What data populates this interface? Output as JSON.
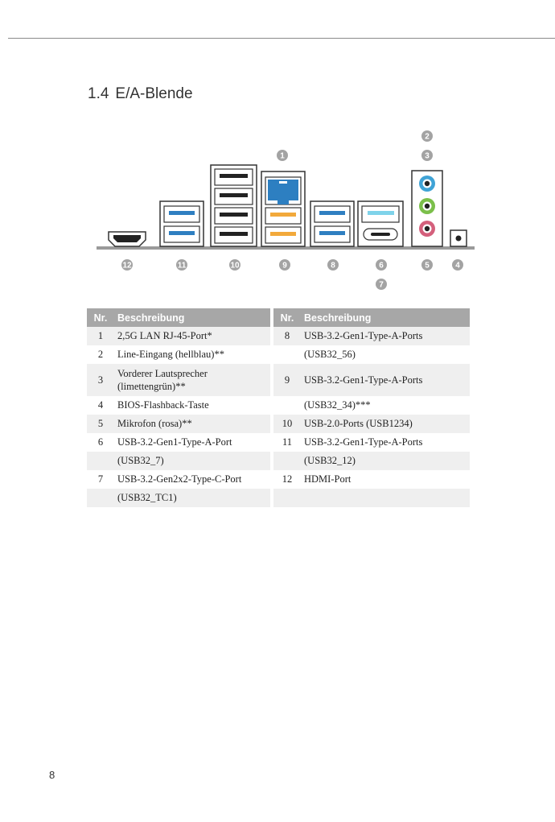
{
  "section": {
    "number": "1.4",
    "title": "E/A-Blende"
  },
  "callouts": {
    "c1": "1",
    "c2": "2",
    "c3": "3",
    "c4": "4",
    "c5": "5",
    "c6": "6",
    "c7": "7",
    "c8": "8",
    "c9": "9",
    "c10": "10",
    "c11": "11",
    "c12": "12"
  },
  "table": {
    "header_nr": "Nr.",
    "header_desc": "Beschreibung",
    "left": [
      {
        "nr": "1",
        "desc": "2,5G LAN RJ-45-Port*"
      },
      {
        "nr": "2",
        "desc": "Line-Eingang (hellblau)**"
      },
      {
        "nr": "3",
        "desc": "Vorderer Lautsprecher",
        "desc2": "(limettengrün)**"
      },
      {
        "nr": "4",
        "desc": "BIOS-Flashback-Taste"
      },
      {
        "nr": "5",
        "desc": "Mikrofon (rosa)**"
      },
      {
        "nr": "6",
        "desc": "USB-3.2-Gen1-Type-A-Port"
      },
      {
        "nr": "",
        "desc": "(USB32_7)"
      },
      {
        "nr": "7",
        "desc": "USB-3.2-Gen2x2-Type-C-Port"
      },
      {
        "nr": "",
        "desc": "(USB32_TC1)"
      }
    ],
    "right": [
      {
        "nr": "8",
        "desc": "USB-3.2-Gen1-Type-A-Ports"
      },
      {
        "nr": "",
        "desc": "(USB32_56)"
      },
      {
        "nr": "9",
        "desc": "USB-3.2-Gen1-Type-A-Ports"
      },
      {
        "nr": "",
        "desc": "(USB32_34)***"
      },
      {
        "nr": "10",
        "desc": "USB-2.0-Ports (USB1234)"
      },
      {
        "nr": "11",
        "desc": "USB-3.2-Gen1-Type-A-Ports"
      },
      {
        "nr": "",
        "desc": "(USB32_12)"
      },
      {
        "nr": "12",
        "desc": "HDMI-Port"
      }
    ]
  },
  "page_number": "8",
  "colors": {
    "usb3_blue": "#2f7fc1",
    "usb_yellow": "#f2a93b",
    "lan_blue": "#2d7fc1",
    "usbc_cyan": "#7fd3ea",
    "audio_blue": "#3fa3d6",
    "audio_green": "#7bbf4a",
    "audio_pink": "#d4607c",
    "callout_gray": "#a3a3a3",
    "header_gray": "#a7a7a7"
  }
}
